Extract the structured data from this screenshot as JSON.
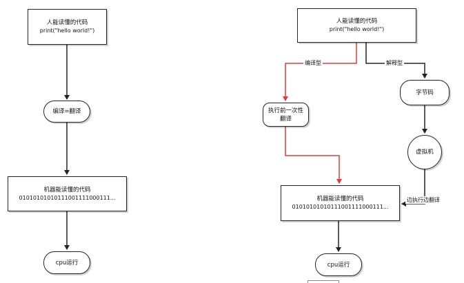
{
  "left": {
    "source": {
      "title": "人能读懂的代码",
      "code": "print(\"hello world!\")"
    },
    "compile": {
      "label": "编译=翻译"
    },
    "machine": {
      "title": "机器能读懂的代码",
      "code": "01010101010111001111000111..."
    },
    "run": {
      "label": "cpu运行"
    }
  },
  "right": {
    "source": {
      "title": "人能读懂的代码",
      "code": "print(\"hello world!\")"
    },
    "compiled_edge": {
      "label": "编译型"
    },
    "interpreted_edge": {
      "label": "解释型"
    },
    "compile_once": {
      "line1": "执行前一次性",
      "line2": "翻译"
    },
    "bytecode": {
      "label": "字节码"
    },
    "vm": {
      "label": "虚拟机"
    },
    "exec_edge": {
      "label": "边执行边翻译"
    },
    "machine": {
      "title": "机器能读懂的代码",
      "code": "01010101010111001111000111..."
    },
    "run": {
      "label": "cpu运行"
    }
  },
  "colors": {
    "compiled_path": "#e53935",
    "default_edge": "#222222"
  }
}
